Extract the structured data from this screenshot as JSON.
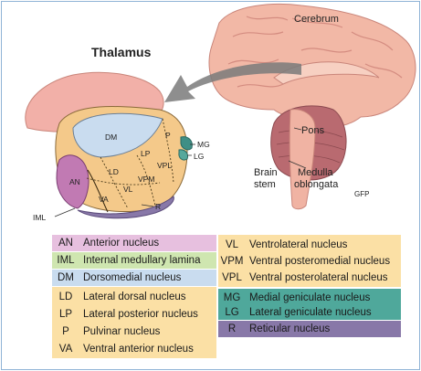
{
  "title": "Thalamus",
  "brain_labels": {
    "cerebrum": "Cerebrum",
    "pons": "Pons",
    "brain_stem_1": "Brain",
    "brain_stem_2": "stem",
    "medulla_1": "Medulla",
    "medulla_2": "oblongata",
    "signature": "GFP"
  },
  "region_labels": {
    "DM": "DM",
    "AN": "AN",
    "LD": "LD",
    "LP": "LP",
    "P": "P",
    "VPL": "VPL",
    "VPM": "VPM",
    "VL": "VL",
    "VA": "VA",
    "MG": "MG",
    "LG": "LG",
    "R": "R",
    "IML": "IML"
  },
  "colors": {
    "pink_band": "#d9a6cf",
    "green_band": "#c6dfa4",
    "blue_band": "#c9dcef",
    "yellow_band": "#fbe0a5",
    "teal_band": "#4fa89b",
    "purple_band": "#8878a8"
  },
  "legend_left": [
    {
      "abbr": "AN",
      "name": "Anterior nucleus"
    },
    {
      "abbr": "IML",
      "name": "Internal medullary lamina"
    },
    {
      "abbr": "DM",
      "name": "Dorsomedial nucleus"
    },
    {
      "abbr": "LD",
      "name": "Lateral dorsal nucleus"
    },
    {
      "abbr": "LP",
      "name": "Lateral posterior nucleus"
    },
    {
      "abbr": "P",
      "name": "Pulvinar nucleus"
    },
    {
      "abbr": "VA",
      "name": "Ventral anterior nucleus"
    }
  ],
  "legend_right": [
    {
      "abbr": "VL",
      "name": "Ventrolateral nucleus"
    },
    {
      "abbr": "VPM",
      "name": "Ventral posteromedial nucleus"
    },
    {
      "abbr": "VPL",
      "name": "Ventral posterolateral nucleus"
    },
    {
      "abbr": "MG",
      "name": "Medial geniculate nucleus"
    },
    {
      "abbr": "LG",
      "name": "Lateral geniculate nucleus"
    },
    {
      "abbr": "R",
      "name": "Reticular nucleus"
    }
  ]
}
